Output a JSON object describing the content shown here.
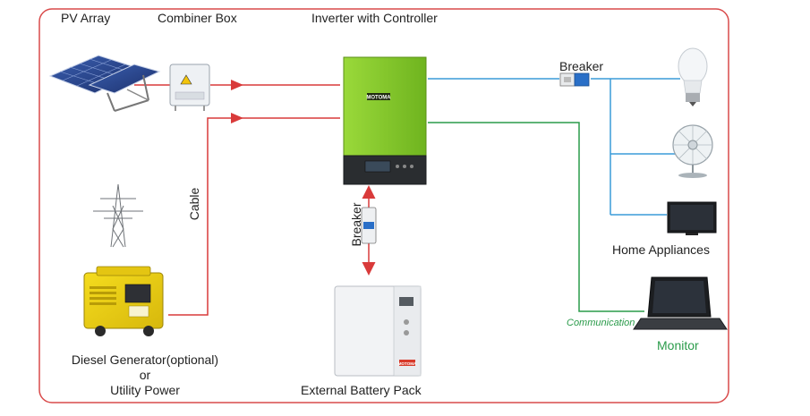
{
  "labels": {
    "pv_array": "PV Array",
    "combiner_box": "Combiner Box",
    "inverter": "Inverter with Controller",
    "breaker_top": "Breaker",
    "breaker_vertical": "Breaker",
    "cable": "Cable",
    "home_appliances": "Home Appliances",
    "communication": "Communication",
    "monitor": "Monitor",
    "generator_line1": "Diesel Generator(optional)",
    "generator_line2": "or",
    "generator_line3": "Utility Power",
    "battery_pack": "External Battery Pack",
    "inverter_brand": "MOTOMA",
    "battery_brand": "MOTOMA"
  },
  "colors": {
    "frame": "#d94a4a",
    "power_line": "#d93a3a",
    "ac_line": "#3a9bd9",
    "comm_line": "#2a9b4a",
    "inverter_body": "#8ccf2e",
    "accent_green": "#2a9b4a"
  },
  "icons": {
    "pv_panel": "solar-panel-icon",
    "combiner": "combiner-box-icon",
    "inverter": "inverter-icon",
    "breaker": "breaker-icon",
    "bulb": "light-bulb-icon",
    "fan": "fan-icon",
    "tv": "tv-icon",
    "laptop": "laptop-icon",
    "tower": "power-tower-icon",
    "generator": "generator-icon",
    "battery": "battery-pack-icon"
  }
}
